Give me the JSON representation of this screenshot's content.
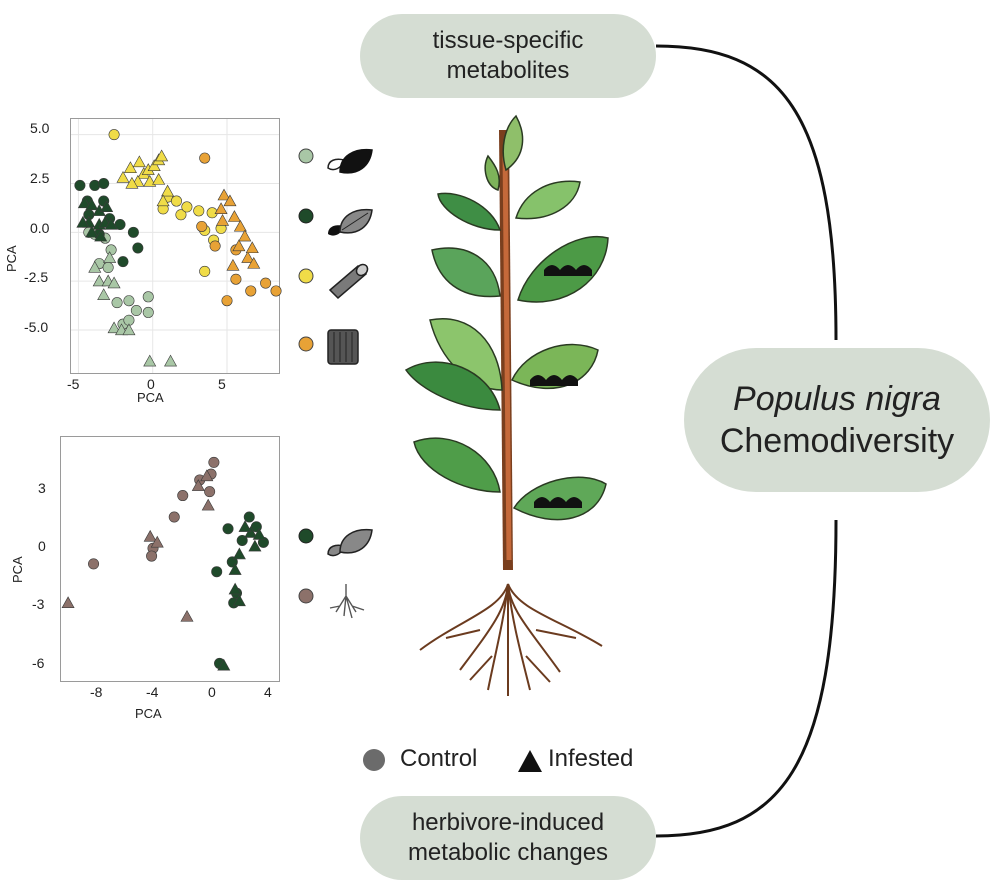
{
  "labels": {
    "top_pill": [
      "tissue-specific",
      "metabolites"
    ],
    "bottom_pill": [
      "herbivore-induced",
      "metabolic changes"
    ],
    "main_pill_italic": "Populus nigra",
    "main_pill": "Chemodiversity",
    "legend": {
      "control": "Control",
      "infested": "Infested"
    }
  },
  "colors": {
    "pill": "#d5ddd3",
    "young_leaf": "#a9c7a6",
    "mature_leaf": "#1f4a2a",
    "bark": "#f0dc48",
    "xylem": "#e8a236",
    "root": "#8c716a",
    "accent_brace": "#111111"
  },
  "chart_data": [
    {
      "type": "scatter",
      "xlabel": "PCA",
      "ylabel": "PCA",
      "xlim": [
        -5.5,
        8.5
      ],
      "ylim": [
        -7.2,
        5.8
      ],
      "xticks": [
        "-5",
        "0",
        "5"
      ],
      "yticks": [
        "5.0",
        "2.5",
        "0.0",
        "-2.5",
        "-5.0"
      ],
      "xtick_values": [
        -5,
        0,
        5
      ],
      "ytick_values": [
        5.0,
        2.5,
        0.0,
        -2.5,
        -5.0
      ],
      "grid": true,
      "series": [
        {
          "tissue": "young leaf",
          "color": "#a9c7a6",
          "control": [
            [
              -4.3,
              0.0
            ],
            [
              -3.9,
              -0.1
            ],
            [
              -3.2,
              -0.3
            ],
            [
              -2.8,
              -0.9
            ],
            [
              -3.6,
              -1.6
            ],
            [
              -3.0,
              -1.8
            ],
            [
              -2.4,
              -3.6
            ],
            [
              -1.6,
              -3.5
            ],
            [
              -1.1,
              -4.0
            ],
            [
              -0.3,
              -4.1
            ],
            [
              -0.3,
              -3.3
            ],
            [
              -2.0,
              -4.7
            ],
            [
              -1.6,
              -4.5
            ]
          ],
          "infested": [
            [
              -3.9,
              -1.8
            ],
            [
              -3.6,
              -2.5
            ],
            [
              -3.0,
              -2.5
            ],
            [
              -2.6,
              -2.6
            ],
            [
              -3.3,
              -3.2
            ],
            [
              -2.6,
              -4.9
            ],
            [
              -2.1,
              -5.0
            ],
            [
              -1.6,
              -5.0
            ],
            [
              -2.9,
              -1.3
            ],
            [
              -0.2,
              -6.6
            ],
            [
              1.2,
              -6.6
            ]
          ]
        },
        {
          "tissue": "mature leaf",
          "color": "#1f4a2a",
          "control": [
            [
              -4.9,
              2.4
            ],
            [
              -3.9,
              2.4
            ],
            [
              -3.3,
              2.5
            ],
            [
              -4.4,
              1.6
            ],
            [
              -3.3,
              1.6
            ],
            [
              -2.9,
              0.7
            ],
            [
              -2.2,
              0.4
            ],
            [
              -1.3,
              0.0
            ],
            [
              -1.0,
              -0.8
            ],
            [
              -2.0,
              -1.5
            ],
            [
              -3.6,
              -0.1
            ],
            [
              -4.3,
              0.9
            ]
          ],
          "infested": [
            [
              -4.6,
              1.5
            ],
            [
              -4.1,
              1.4
            ],
            [
              -3.6,
              1.1
            ],
            [
              -3.1,
              1.3
            ],
            [
              -4.3,
              0.5
            ],
            [
              -3.6,
              0.4
            ],
            [
              -3.2,
              0.5
            ],
            [
              -2.8,
              0.4
            ],
            [
              -4.1,
              0.0
            ],
            [
              -3.5,
              -0.2
            ],
            [
              -4.7,
              0.5
            ]
          ]
        },
        {
          "tissue": "bark",
          "color": "#f0dc48",
          "control": [
            [
              -2.6,
              5.0
            ],
            [
              1.0,
              1.8
            ],
            [
              1.6,
              1.6
            ],
            [
              0.7,
              1.2
            ],
            [
              1.9,
              0.9
            ],
            [
              2.3,
              1.3
            ],
            [
              3.1,
              1.1
            ],
            [
              4.0,
              1.0
            ],
            [
              3.5,
              0.1
            ],
            [
              4.1,
              -0.4
            ],
            [
              4.6,
              0.2
            ],
            [
              3.5,
              -2.0
            ]
          ],
          "infested": [
            [
              -1.5,
              3.3
            ],
            [
              -0.9,
              3.6
            ],
            [
              -0.6,
              3.0
            ],
            [
              -0.3,
              3.2
            ],
            [
              0.1,
              3.4
            ],
            [
              0.4,
              3.7
            ],
            [
              0.6,
              3.9
            ],
            [
              -0.2,
              2.6
            ],
            [
              -1.0,
              2.6
            ],
            [
              0.4,
              2.7
            ],
            [
              -2.0,
              2.8
            ],
            [
              -1.4,
              2.5
            ],
            [
              1.0,
              2.1
            ],
            [
              0.7,
              1.6
            ]
          ]
        },
        {
          "tissue": "xylem",
          "color": "#e8a236",
          "control": [
            [
              3.5,
              3.8
            ],
            [
              3.3,
              0.3
            ],
            [
              4.2,
              -0.7
            ],
            [
              5.6,
              -2.4
            ],
            [
              5.0,
              -3.5
            ],
            [
              6.6,
              -3.0
            ],
            [
              7.6,
              -2.6
            ],
            [
              8.3,
              -3.0
            ],
            [
              5.6,
              -0.9
            ]
          ],
          "infested": [
            [
              4.8,
              1.9
            ],
            [
              5.2,
              1.6
            ],
            [
              4.6,
              1.2
            ],
            [
              5.5,
              0.8
            ],
            [
              5.9,
              0.3
            ],
            [
              6.2,
              -0.2
            ],
            [
              5.8,
              -0.7
            ],
            [
              6.4,
              -1.3
            ],
            [
              6.8,
              -1.6
            ],
            [
              5.4,
              -1.7
            ],
            [
              6.7,
              -0.8
            ],
            [
              4.7,
              0.6
            ]
          ]
        }
      ]
    },
    {
      "type": "scatter",
      "xlabel": "PCA",
      "ylabel": "PCA",
      "xlim": [
        -10.8,
        4.6
      ],
      "ylim": [
        -7.2,
        5.3
      ],
      "xticks": [
        "-8",
        "-4",
        "0",
        "4"
      ],
      "yticks": [
        "3",
        "0",
        "-3",
        "-6"
      ],
      "xtick_values": [
        -8,
        -4,
        0,
        4
      ],
      "ytick_values": [
        3,
        0,
        -3,
        -6
      ],
      "grid": false,
      "series": [
        {
          "tissue": "mature leaf",
          "color": "#1f4a2a",
          "control": [
            [
              2.5,
              1.2
            ],
            [
              2.0,
              0.0
            ],
            [
              3.5,
              -0.1
            ],
            [
              1.3,
              -1.1
            ],
            [
              0.2,
              -1.6
            ],
            [
              1.6,
              -2.7
            ],
            [
              1.4,
              -3.2
            ],
            [
              0.4,
              -6.3
            ],
            [
              1.0,
              0.6
            ],
            [
              3.0,
              0.7
            ]
          ],
          "infested": [
            [
              2.6,
              0.4
            ],
            [
              3.2,
              0.3
            ],
            [
              2.9,
              -0.3
            ],
            [
              1.8,
              -0.7
            ],
            [
              1.5,
              -1.5
            ],
            [
              1.5,
              -2.5
            ],
            [
              1.8,
              -3.1
            ],
            [
              0.7,
              -6.4
            ],
            [
              2.2,
              0.7
            ]
          ]
        },
        {
          "tissue": "root",
          "color": "#8c716a",
          "control": [
            [
              0.0,
              4.0
            ],
            [
              -0.2,
              3.4
            ],
            [
              -1.0,
              3.1
            ],
            [
              -2.2,
              2.3
            ],
            [
              -2.8,
              1.2
            ],
            [
              -4.3,
              -0.4
            ],
            [
              -4.4,
              -0.8
            ],
            [
              -8.5,
              -1.2
            ],
            [
              -0.3,
              2.5
            ]
          ],
          "infested": [
            [
              -0.5,
              3.3
            ],
            [
              -1.1,
              2.8
            ],
            [
              -0.4,
              1.8
            ],
            [
              -4.5,
              0.2
            ],
            [
              -4.0,
              -0.1
            ],
            [
              -10.3,
              -3.2
            ],
            [
              -1.9,
              -3.9
            ]
          ]
        }
      ]
    }
  ]
}
